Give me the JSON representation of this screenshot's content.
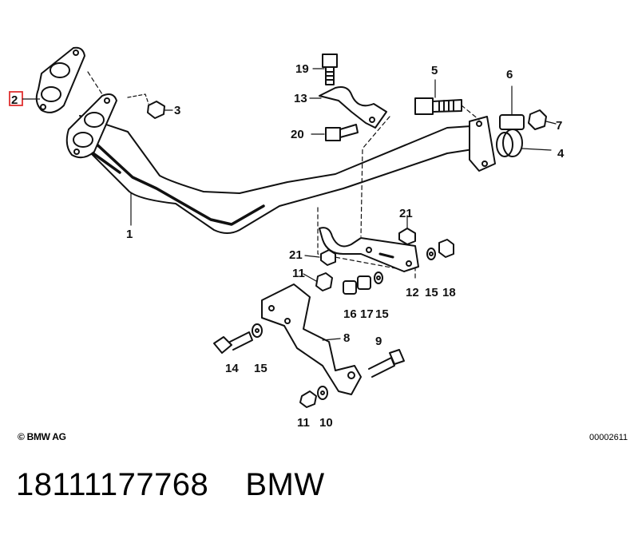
{
  "diagram": {
    "callouts": [
      {
        "id": "1",
        "text": "1"
      },
      {
        "id": "2",
        "text": "2",
        "highlighted": true
      },
      {
        "id": "3",
        "text": "3"
      },
      {
        "id": "4",
        "text": "4"
      },
      {
        "id": "5",
        "text": "5"
      },
      {
        "id": "6",
        "text": "6"
      },
      {
        "id": "7",
        "text": "7"
      },
      {
        "id": "8",
        "text": "8"
      },
      {
        "id": "9",
        "text": "9"
      },
      {
        "id": "10",
        "text": "10"
      },
      {
        "id": "11a",
        "text": "11"
      },
      {
        "id": "11b",
        "text": "11"
      },
      {
        "id": "12",
        "text": "12"
      },
      {
        "id": "13",
        "text": "13"
      },
      {
        "id": "14",
        "text": "14"
      },
      {
        "id": "15a",
        "text": "15"
      },
      {
        "id": "15b",
        "text": "15"
      },
      {
        "id": "15c",
        "text": "15"
      },
      {
        "id": "16",
        "text": "16"
      },
      {
        "id": "17",
        "text": "17"
      },
      {
        "id": "18",
        "text": "18"
      },
      {
        "id": "19",
        "text": "19"
      },
      {
        "id": "20",
        "text": "20"
      },
      {
        "id": "21a",
        "text": "21"
      },
      {
        "id": "21b",
        "text": "21"
      }
    ],
    "highlight_color": "#e03030",
    "line_color": "#111111"
  },
  "footer": {
    "copyright": "© BMW AG",
    "drawing_number": "00002611"
  },
  "caption": {
    "part_number": "18111177768",
    "brand": "BMW"
  }
}
